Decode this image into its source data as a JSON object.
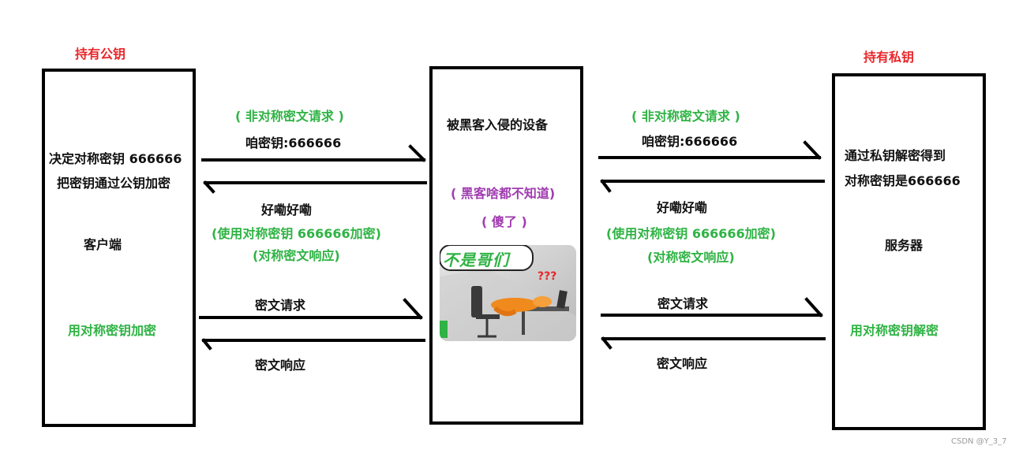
{
  "left": {
    "heading": "持有公钥",
    "line1": "决定对称密钥 666666",
    "line2": "把密钥通过公钥加密",
    "role": "客户端",
    "action": "用对称密钥加密"
  },
  "right": {
    "heading": "持有私钥",
    "line1": "通过私钥解密得到",
    "line2": "对称密钥是666666",
    "role": "服务器",
    "action": "用对称密钥解密"
  },
  "middle": {
    "title": "被黑客入侵的设备",
    "note1": "( 黑客啥都不知道)",
    "note2": "( 傻了 )",
    "meme_caption": "不是哥们",
    "meme_marks": "???"
  },
  "flow_left": {
    "request_tag": "( 非对称密文请求 )",
    "request_body": "咱密钥:666666",
    "response_body": "好嘞好嘞",
    "response_note": "(使用对称密钥 666666加密)",
    "response_tag": "(对称密文响应)",
    "cipher_request": "密文请求",
    "cipher_response": "密文响应"
  },
  "flow_right": {
    "request_tag": "( 非对称密文请求 )",
    "request_body": "咱密钥:666666",
    "response_body": "好嘞好嘞",
    "response_note": "(使用对称密钥 666666加密)",
    "response_tag": "(对称密文响应)",
    "cipher_request": "密文请求",
    "cipher_response": "密文响应"
  },
  "watermark": "CSDN @Y_3_7",
  "colors": {
    "heading_red": "#e8262a",
    "accent_green": "#2fb344",
    "hacker_purple": "#a03cb0"
  }
}
